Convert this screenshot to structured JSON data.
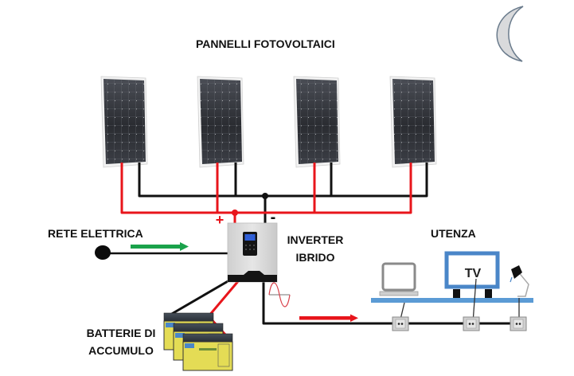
{
  "title": "PANNELLI FOTOVOLTAICI",
  "labels": {
    "grid": "RETE ELETTRICA",
    "inverter_line1": "INVERTER",
    "inverter_line2": "IBRIDO",
    "batteries_line1": "BATTERIE DI",
    "batteries_line2": "ACCUMULO",
    "loads": "UTENZA",
    "tv": "TV",
    "plus": "+",
    "minus": "-"
  },
  "panels": [
    {
      "id": "panel-1"
    },
    {
      "id": "panel-2"
    },
    {
      "id": "panel-3"
    },
    {
      "id": "panel-4"
    }
  ],
  "icons": {
    "night": "crescent-moon-icon",
    "ac": "sine-wave-icon",
    "laptop": "laptop-icon",
    "tv": "tv-icon",
    "lamp": "desk-lamp-icon"
  },
  "colors": {
    "positive_wire": "#e8151b",
    "negative_wire": "#111111",
    "grid_arrow": "#1aa24b",
    "output_arrow": "#e8151b",
    "shelf": "#5b9bd5",
    "tv_frame": "#4a86c8",
    "moon_fill": "#d9dadc",
    "moon_stroke": "#6a7b8c",
    "panel_cell": "#2c2e33",
    "inverter_body": "#d6d6d6"
  }
}
